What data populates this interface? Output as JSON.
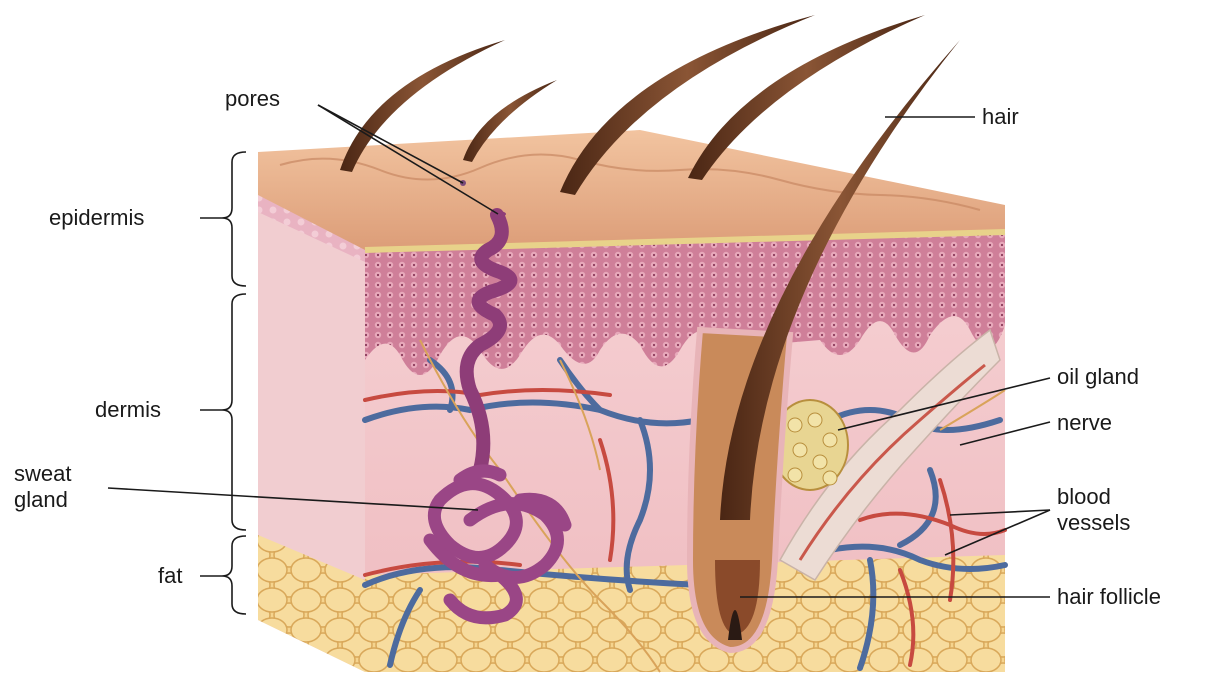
{
  "labels": {
    "pores": "pores",
    "hair": "hair",
    "epidermis": "epidermis",
    "dermis": "dermis",
    "sweat_gland_1": "sweat",
    "sweat_gland_2": "gland",
    "fat": "fat",
    "oil_gland": "oil gland",
    "nerve": "nerve",
    "blood_vessels_1": "blood",
    "blood_vessels_2": "vessels",
    "hair_follicle": "hair follicle"
  },
  "colors": {
    "epidermis_top": "#e9b48f",
    "epidermis_layer": "#d98ca0",
    "dermis": "#f2c7c7",
    "fat": "#f4d08a",
    "sweat_gland": "#8e3d78",
    "hair": "#6b3a22",
    "vein": "#4a6a9c",
    "artery": "#c9453d",
    "nerve": "#d9a35a",
    "oil_gland": "#e6d48a"
  }
}
